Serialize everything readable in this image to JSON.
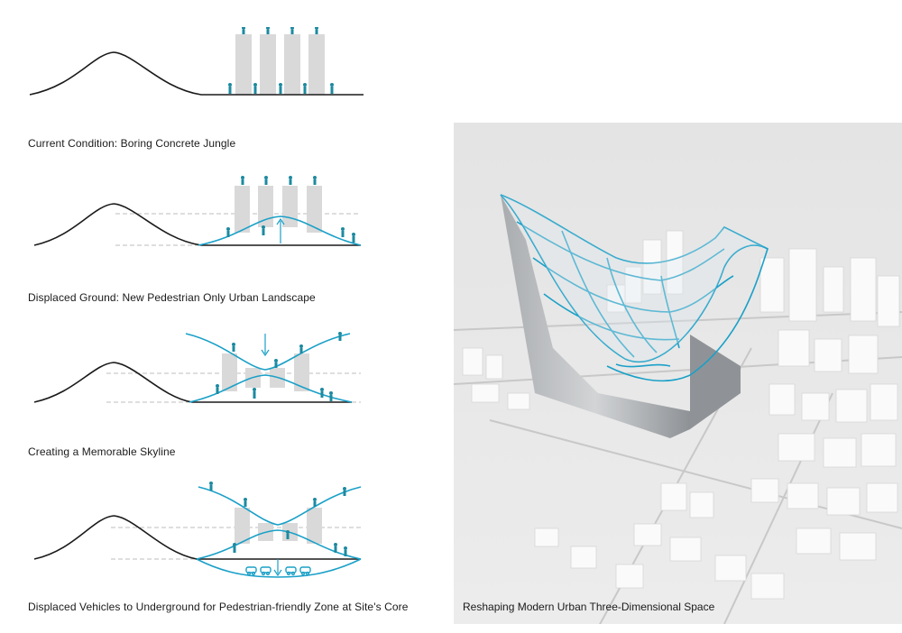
{
  "panels": [
    {
      "caption": "Current Condition: Boring Concrete Jungle"
    },
    {
      "caption": "Displaced Ground: New Pedestrian Only Urban Landscape"
    },
    {
      "caption": "Creating a Memorable Skyline"
    },
    {
      "caption": "Displaced Vehicles to Underground for Pedestrian-friendly Zone at Site's Core"
    }
  ],
  "render": {
    "caption": "Reshaping Modern Urban Three-Dimensional Space"
  },
  "colors": {
    "accent": "#1aa0c8",
    "building": "#d9d9d9",
    "ground": "#1a1a1a",
    "guide": "#bdbdbd",
    "person": "#1c8aa0"
  }
}
